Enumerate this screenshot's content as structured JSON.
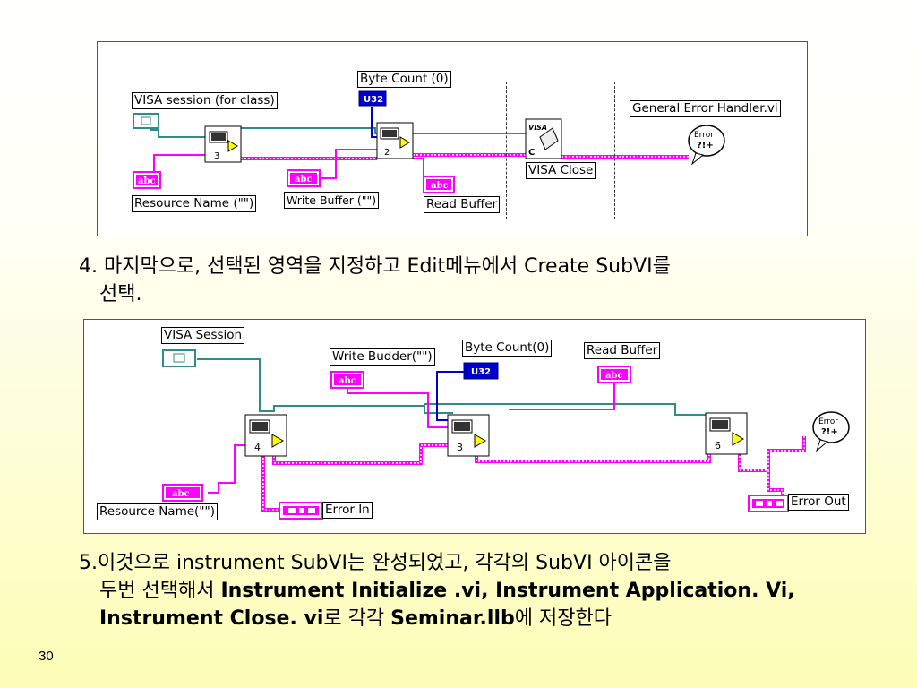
{
  "diagram1": {
    "labels": {
      "visa_session": "VISA session (for class)",
      "byte_count": "Byte Count (0)",
      "general_error": "General Error Handler.vi",
      "resource_name": "Resource Name (\"\")",
      "write_buffer": "Write Buffer (\"\")",
      "read_buffer": "Read Buffer",
      "visa_close": "VISA Close"
    },
    "terminals": {
      "u32": "U32",
      "abc": "abc"
    },
    "nodes": {
      "subvi_a": "3",
      "subvi_b": "2"
    }
  },
  "caption1": {
    "line1": "4. 마지막으로, 선택된 영역을 지정하고 Edit메뉴에서 Create SubVI를",
    "line2": "선택."
  },
  "diagram2": {
    "labels": {
      "visa_session": "VISA Session",
      "write_budder": "Write Budder(\"\")",
      "byte_count": "Byte Count(0)",
      "read_buffer": "Read Buffer",
      "resource_name": "Resource Name(\"\")",
      "error_in": "Error In",
      "error_out": "Error Out"
    },
    "terminals": {
      "u32": "U32",
      "abc": "abc"
    },
    "nodes": {
      "subvi_a": "4",
      "subvi_b": "3",
      "subvi_c": "6"
    }
  },
  "caption2": {
    "line1_normal": "5.이것으로 instrument SubVI는 완성되었고, 각각의 SubVI 아이콘을",
    "line2_normal": "두번 선택해서 ",
    "line2_bold": "Instrument Initialize .vi, Instrument Application. Vi,",
    "line3_bold_a": "Instrument Close. vi",
    "line3_normal_a": "로 각각 ",
    "line3_bold_b": "Seminar.llb",
    "line3_normal_b": "에 저장한다"
  },
  "page_number": "30",
  "colors": {
    "wire_pink": "#ff00ff",
    "wire_teal": "#2f8c86",
    "wire_blue": "#0000cc",
    "bg_bottom": "#fdfdb6"
  }
}
